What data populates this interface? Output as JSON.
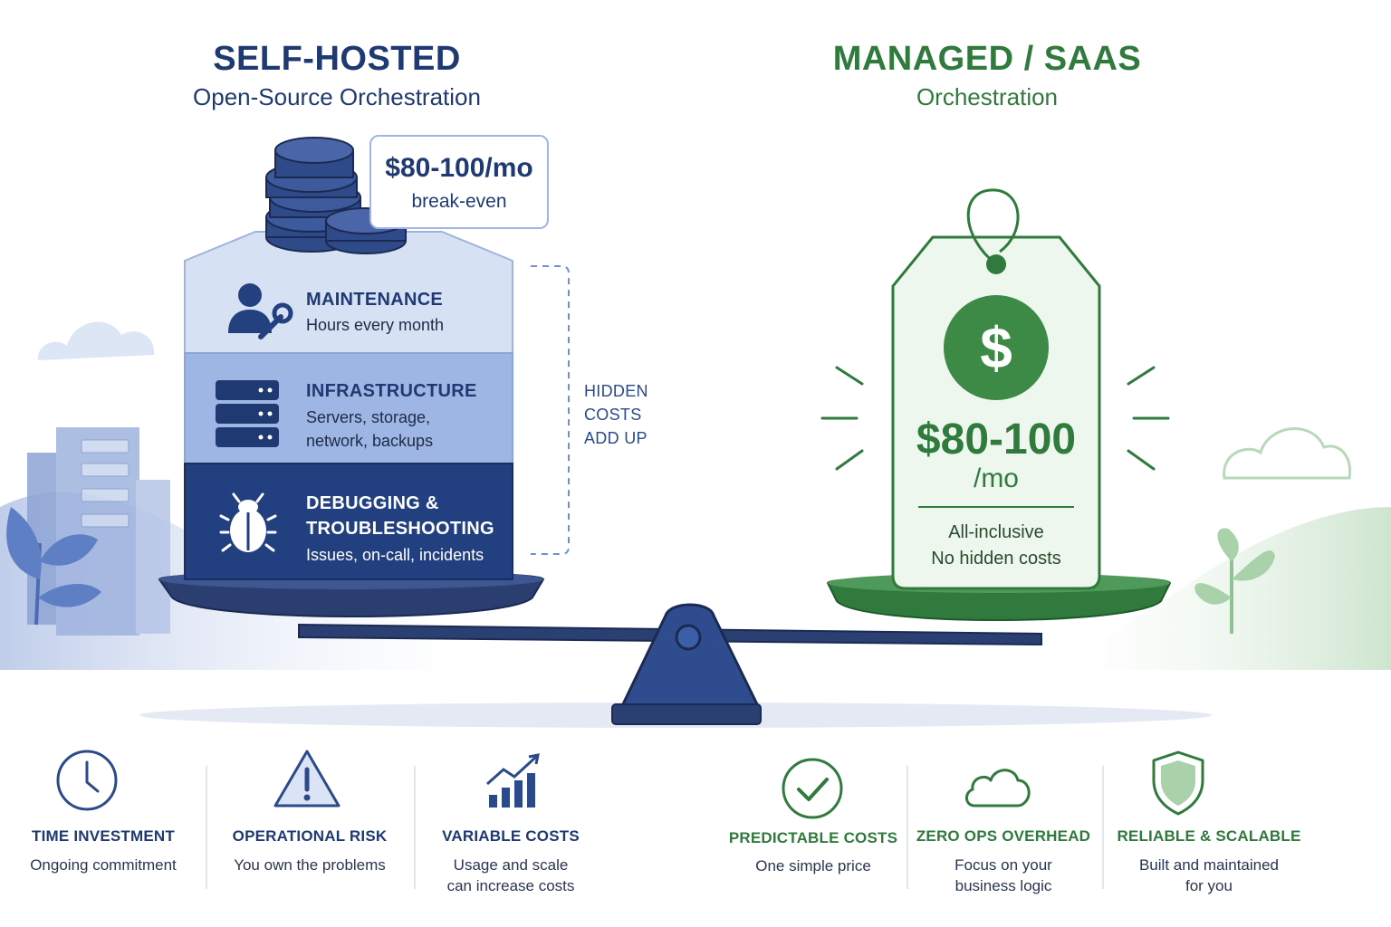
{
  "left": {
    "title": "SELF-HOSTED",
    "subtitle": "Open-Source Orchestration",
    "callout": {
      "price": "$80-100/mo",
      "label": "break-even"
    },
    "layers": [
      {
        "title": "MAINTENANCE",
        "lines": [
          "Hours every month"
        ],
        "icon": "person-wrench-icon"
      },
      {
        "title": "INFRASTRUCTURE",
        "lines": [
          "Servers, storage,",
          "network, backups"
        ],
        "icon": "server-rack-icon"
      },
      {
        "title_lines": [
          "DEBUGGING &",
          "TROUBLESHOOTING"
        ],
        "lines": [
          "Issues, on-call, incidents"
        ],
        "icon": "bug-icon"
      }
    ],
    "hidden_costs": [
      "HIDDEN",
      "COSTS",
      "ADD UP"
    ]
  },
  "right": {
    "title": "MANAGED / SAAS",
    "subtitle": "Orchestration",
    "tag": {
      "icon": "dollar-icon",
      "price": "$80-100",
      "unit": "/mo",
      "notes": [
        "All-inclusive",
        "No hidden costs"
      ]
    }
  },
  "features_left": [
    {
      "icon": "clock-icon",
      "title": "TIME INVESTMENT",
      "lines": [
        "Ongoing commitment"
      ]
    },
    {
      "icon": "warning-icon",
      "title": "OPERATIONAL RISK",
      "lines": [
        "You own the problems"
      ]
    },
    {
      "icon": "rising-chart-icon",
      "title": "VARIABLE COSTS",
      "lines": [
        "Usage and scale",
        "can increase costs"
      ]
    }
  ],
  "features_right": [
    {
      "icon": "check-circle-icon",
      "title": "PREDICTABLE COSTS",
      "lines": [
        "One simple price"
      ]
    },
    {
      "icon": "cloud-icon",
      "title": "ZERO OPS OVERHEAD",
      "lines": [
        "Focus on your",
        "business logic"
      ]
    },
    {
      "icon": "shield-icon",
      "title": "RELIABLE & SCALABLE",
      "lines": [
        "Built and maintained",
        "for you"
      ]
    }
  ],
  "colors": {
    "navy": "#1f3a72",
    "green": "#2f7a3c",
    "layer_light": "#cddcf2",
    "layer_mid": "#9db6e3",
    "layer_dark": "#223f7f"
  }
}
